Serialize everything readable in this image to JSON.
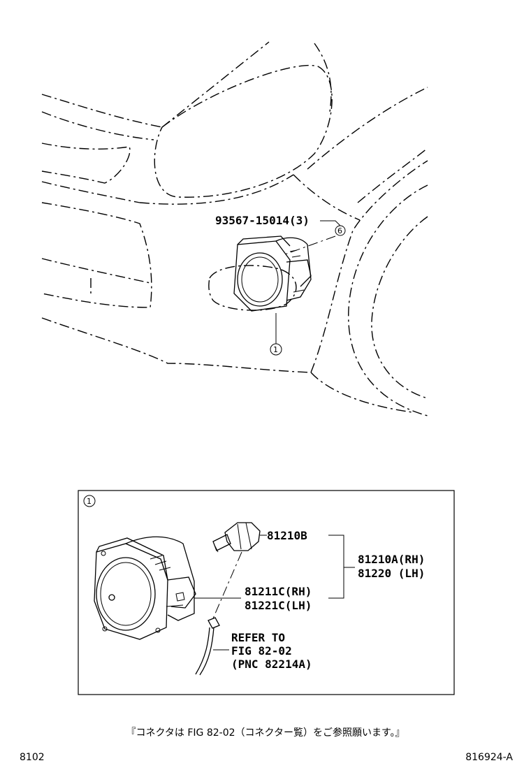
{
  "top": {
    "bolt_part": "93567-15014(3)",
    "bolt_callout": "6",
    "fog_callout": "1"
  },
  "detail": {
    "callout": "1",
    "bulb_part": "81210B",
    "assy_rh": "81210A(RH)",
    "assy_lh": "81220 (LH)",
    "unit_rh": "81211C(RH)",
    "unit_lh": "81221C(LH)",
    "refer_1": "REFER TO",
    "refer_2": "FIG 82-02",
    "refer_3": "(PNC 82214A)"
  },
  "note": "『コネクタは FIG 82-02（コネクター覧）をご参照願います。』",
  "footer": {
    "left": "8102",
    "right": "816924-A"
  }
}
